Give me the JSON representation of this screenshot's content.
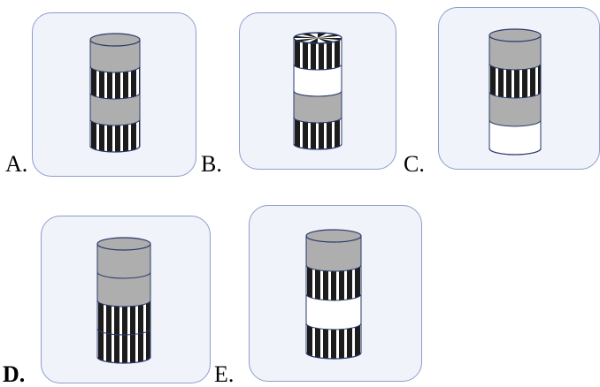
{
  "options": [
    {
      "key": "A",
      "label": "A.",
      "bold": false,
      "bands": [
        "gray",
        "stripe",
        "gray",
        "stripe"
      ],
      "top_pattern": "plain"
    },
    {
      "key": "B",
      "label": "B.",
      "bold": false,
      "bands": [
        "stripe",
        "white",
        "gray",
        "stripe"
      ],
      "top_pattern": "radial"
    },
    {
      "key": "C",
      "label": "C.",
      "bold": false,
      "bands": [
        "gray",
        "stripe",
        "gray",
        "white"
      ],
      "top_pattern": "plain"
    },
    {
      "key": "D",
      "label": "D.",
      "bold": true,
      "bands": [
        "gray",
        "gray",
        "stripe",
        "stripe"
      ],
      "top_pattern": "plain"
    },
    {
      "key": "E",
      "label": "E.",
      "bold": false,
      "bands": [
        "gray",
        "stripe",
        "white",
        "stripe"
      ],
      "top_pattern": "plain"
    }
  ],
  "colors": {
    "gray": "#aeaeae",
    "stripe_dark": "#1c1c1c",
    "stripe_light": "#ffffff",
    "white": "#ffffff",
    "outline": "#2a3a6a",
    "panel_fill": "#f1f3fb",
    "panel_border": "#8e9dcc"
  }
}
